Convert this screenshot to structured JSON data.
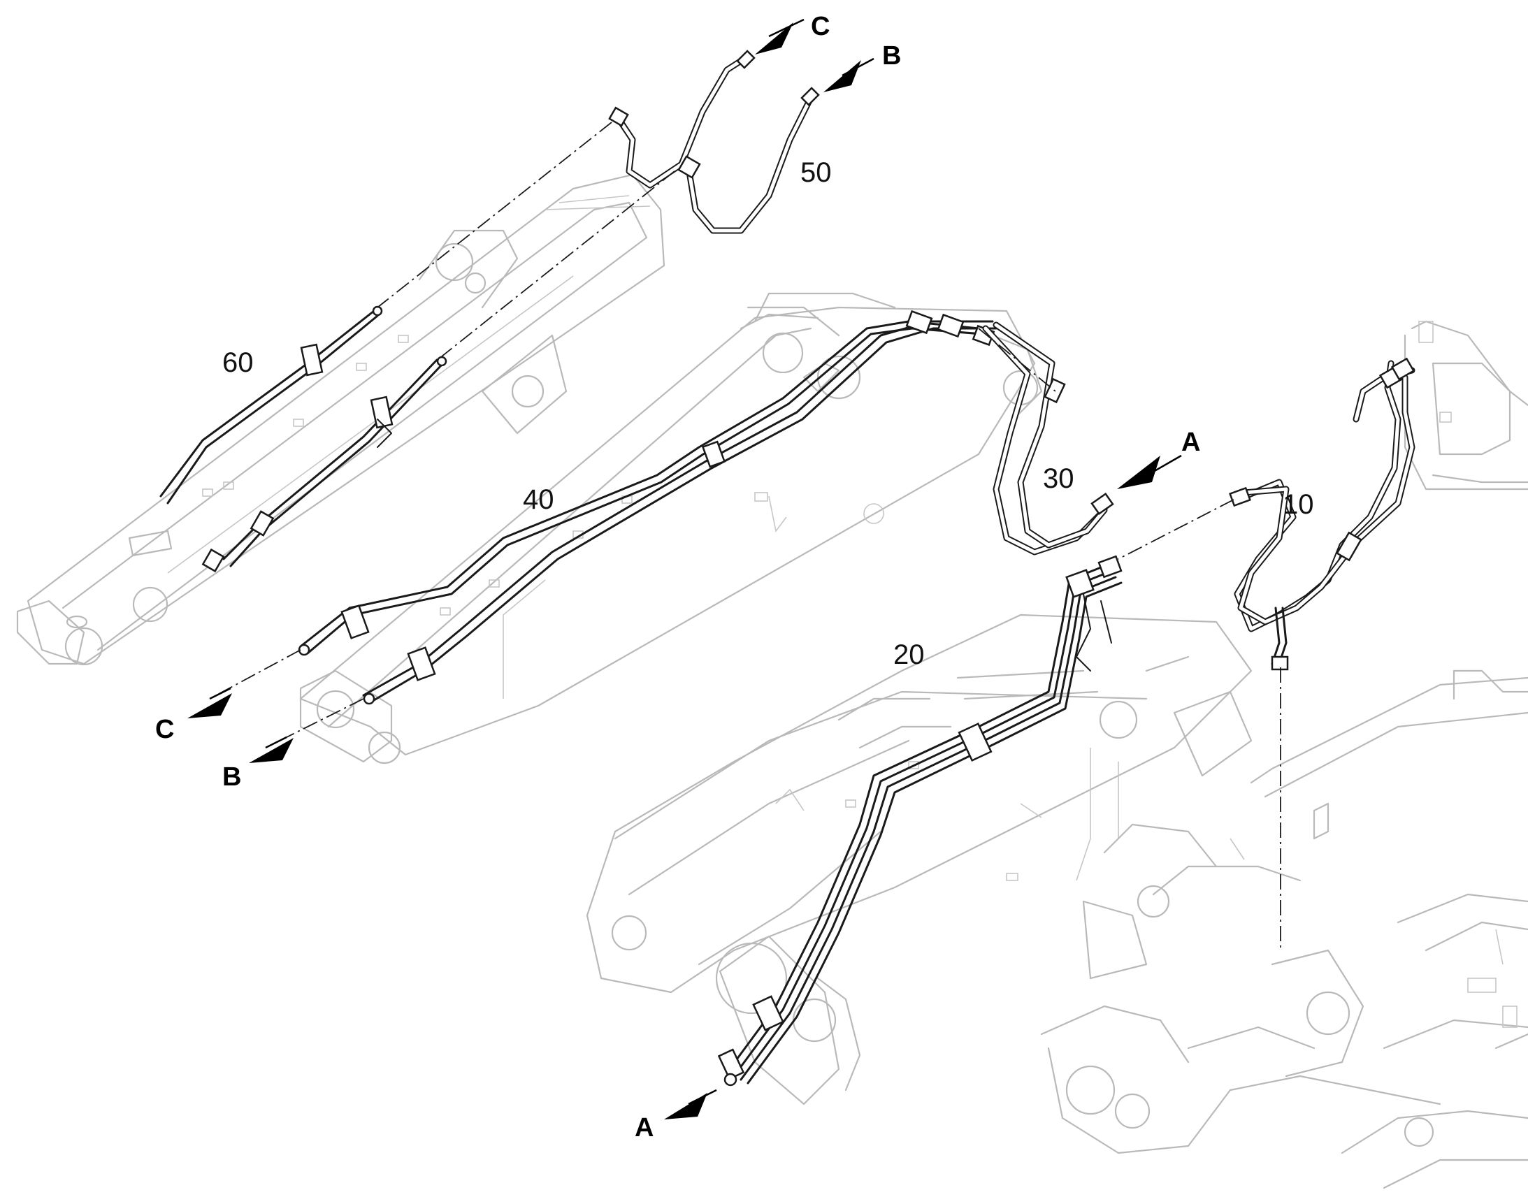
{
  "callouts": [
    {
      "id": "10",
      "text": "10"
    },
    {
      "id": "20",
      "text": "20"
    },
    {
      "id": "30",
      "text": "30"
    },
    {
      "id": "40",
      "text": "40"
    },
    {
      "id": "50",
      "text": "50"
    },
    {
      "id": "60",
      "text": "60"
    }
  ],
  "connectors": {
    "a_top": "A",
    "a_bottom": "A",
    "b_top": "B",
    "b_left": "B",
    "c_top": "C",
    "c_left": "C"
  },
  "colors": {
    "line_art": "#1a1a1a",
    "ghost_art": "#b9b9b9",
    "background": "#ffffff"
  }
}
